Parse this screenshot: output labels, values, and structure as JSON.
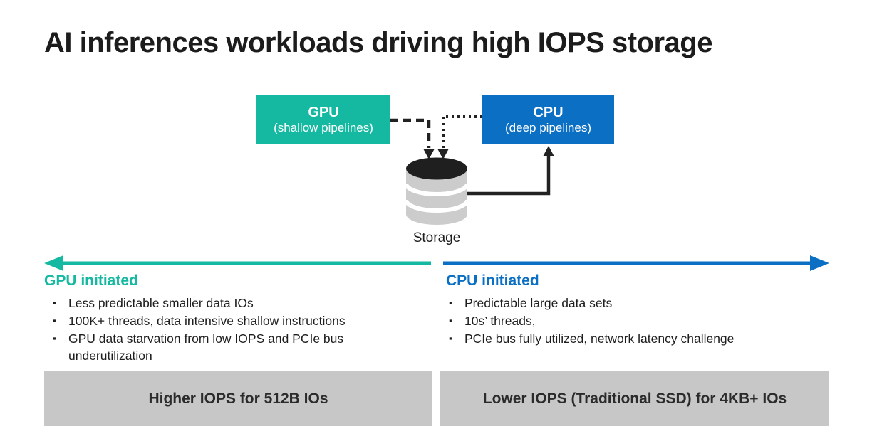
{
  "slide": {
    "title": "AI inferences workloads driving high IOPS storage"
  },
  "diagram": {
    "gpu_box": {
      "title": "GPU",
      "subtitle": "(shallow pipelines)"
    },
    "cpu_box": {
      "title": "CPU",
      "subtitle": "(deep pipelines)"
    },
    "storage_label": "Storage",
    "connections": [
      {
        "from": "GPU",
        "to": "Storage",
        "style": "dashed"
      },
      {
        "from": "CPU",
        "to": "Storage",
        "style": "dotted"
      },
      {
        "from": "Storage",
        "to": "CPU",
        "style": "solid"
      }
    ]
  },
  "sections": {
    "gpu": {
      "heading": "GPU initiated",
      "bullets": [
        "Less predictable smaller data IOs",
        "100K+ threads, data intensive shallow instructions",
        "GPU data starvation from low IOPS and PCIe bus underutilization"
      ],
      "footer": "Higher IOPS for 512B IOs"
    },
    "cpu": {
      "heading": "CPU initiated",
      "bullets": [
        "Predictable large data sets",
        "10s’ threads,",
        "PCIe bus fully utilized, network latency challenge"
      ],
      "footer": "Lower IOPS (Traditional SSD) for 4KB+ IOs"
    }
  },
  "colors": {
    "gpu_teal": "#15B9A2",
    "cpu_blue": "#0B6FC4",
    "footer_gray": "#C7C7C7",
    "arrow_dark": "#222222"
  }
}
